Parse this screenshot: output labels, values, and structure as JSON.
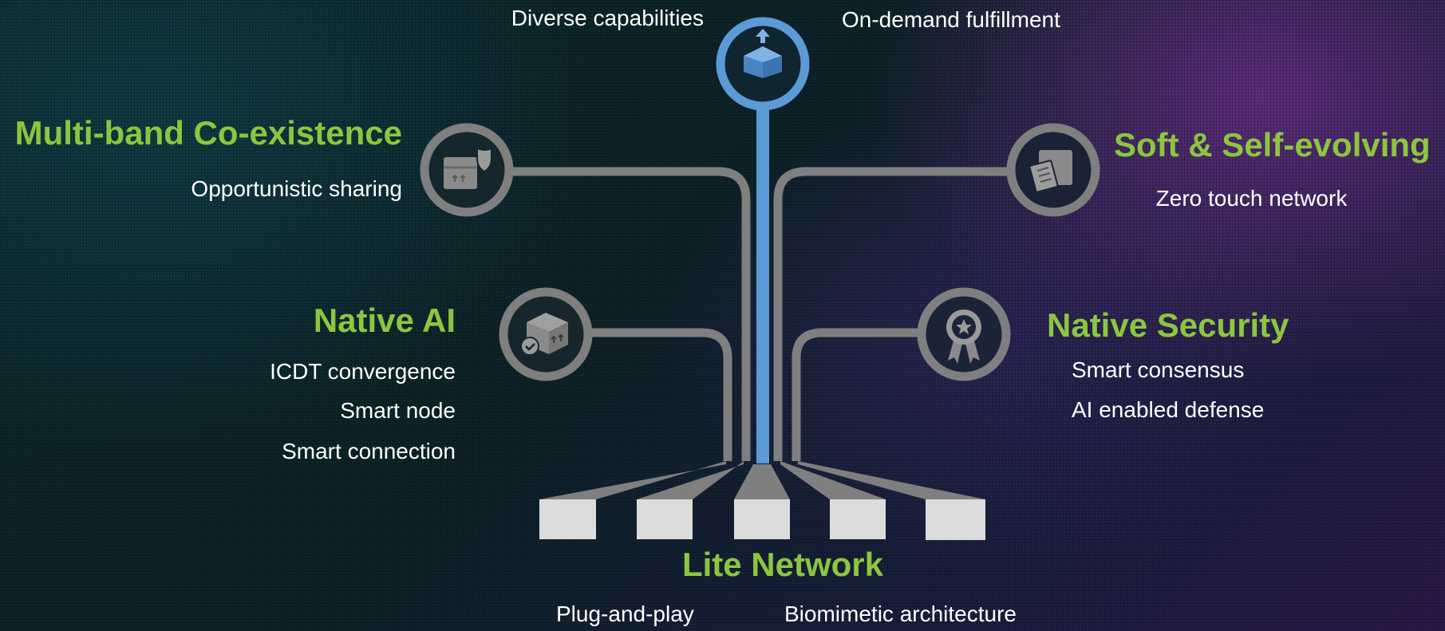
{
  "top": {
    "left_label": "Diverse capabilities",
    "right_label": "On-demand fulfillment",
    "icon": "box-upload-icon"
  },
  "multiband": {
    "title": "Multi-band Co-existence",
    "items": [
      "Opportunistic sharing"
    ],
    "icon": "package-shield-icon"
  },
  "soft": {
    "title": "Soft & Self-evolving",
    "items": [
      "Zero touch network"
    ],
    "icon": "box-clipboard-icon"
  },
  "native_ai": {
    "title": "Native AI",
    "items": [
      "ICDT convergence",
      "Smart node",
      "Smart connection"
    ],
    "icon": "package-check-icon"
  },
  "native_security": {
    "title": "Native Security",
    "items": [
      "Smart consensus",
      "AI enabled defense"
    ],
    "icon": "award-badge-icon"
  },
  "lite": {
    "title": "Lite Network",
    "items": [
      "Plug-and-play",
      "Biomimetic architecture"
    ]
  },
  "colors": {
    "accent_green": "#8cc63f",
    "center_blue": "#4a90d9",
    "line_gray": "#7f7f7f",
    "node_fill": "#dcdcdc",
    "text": "#ffffff"
  }
}
